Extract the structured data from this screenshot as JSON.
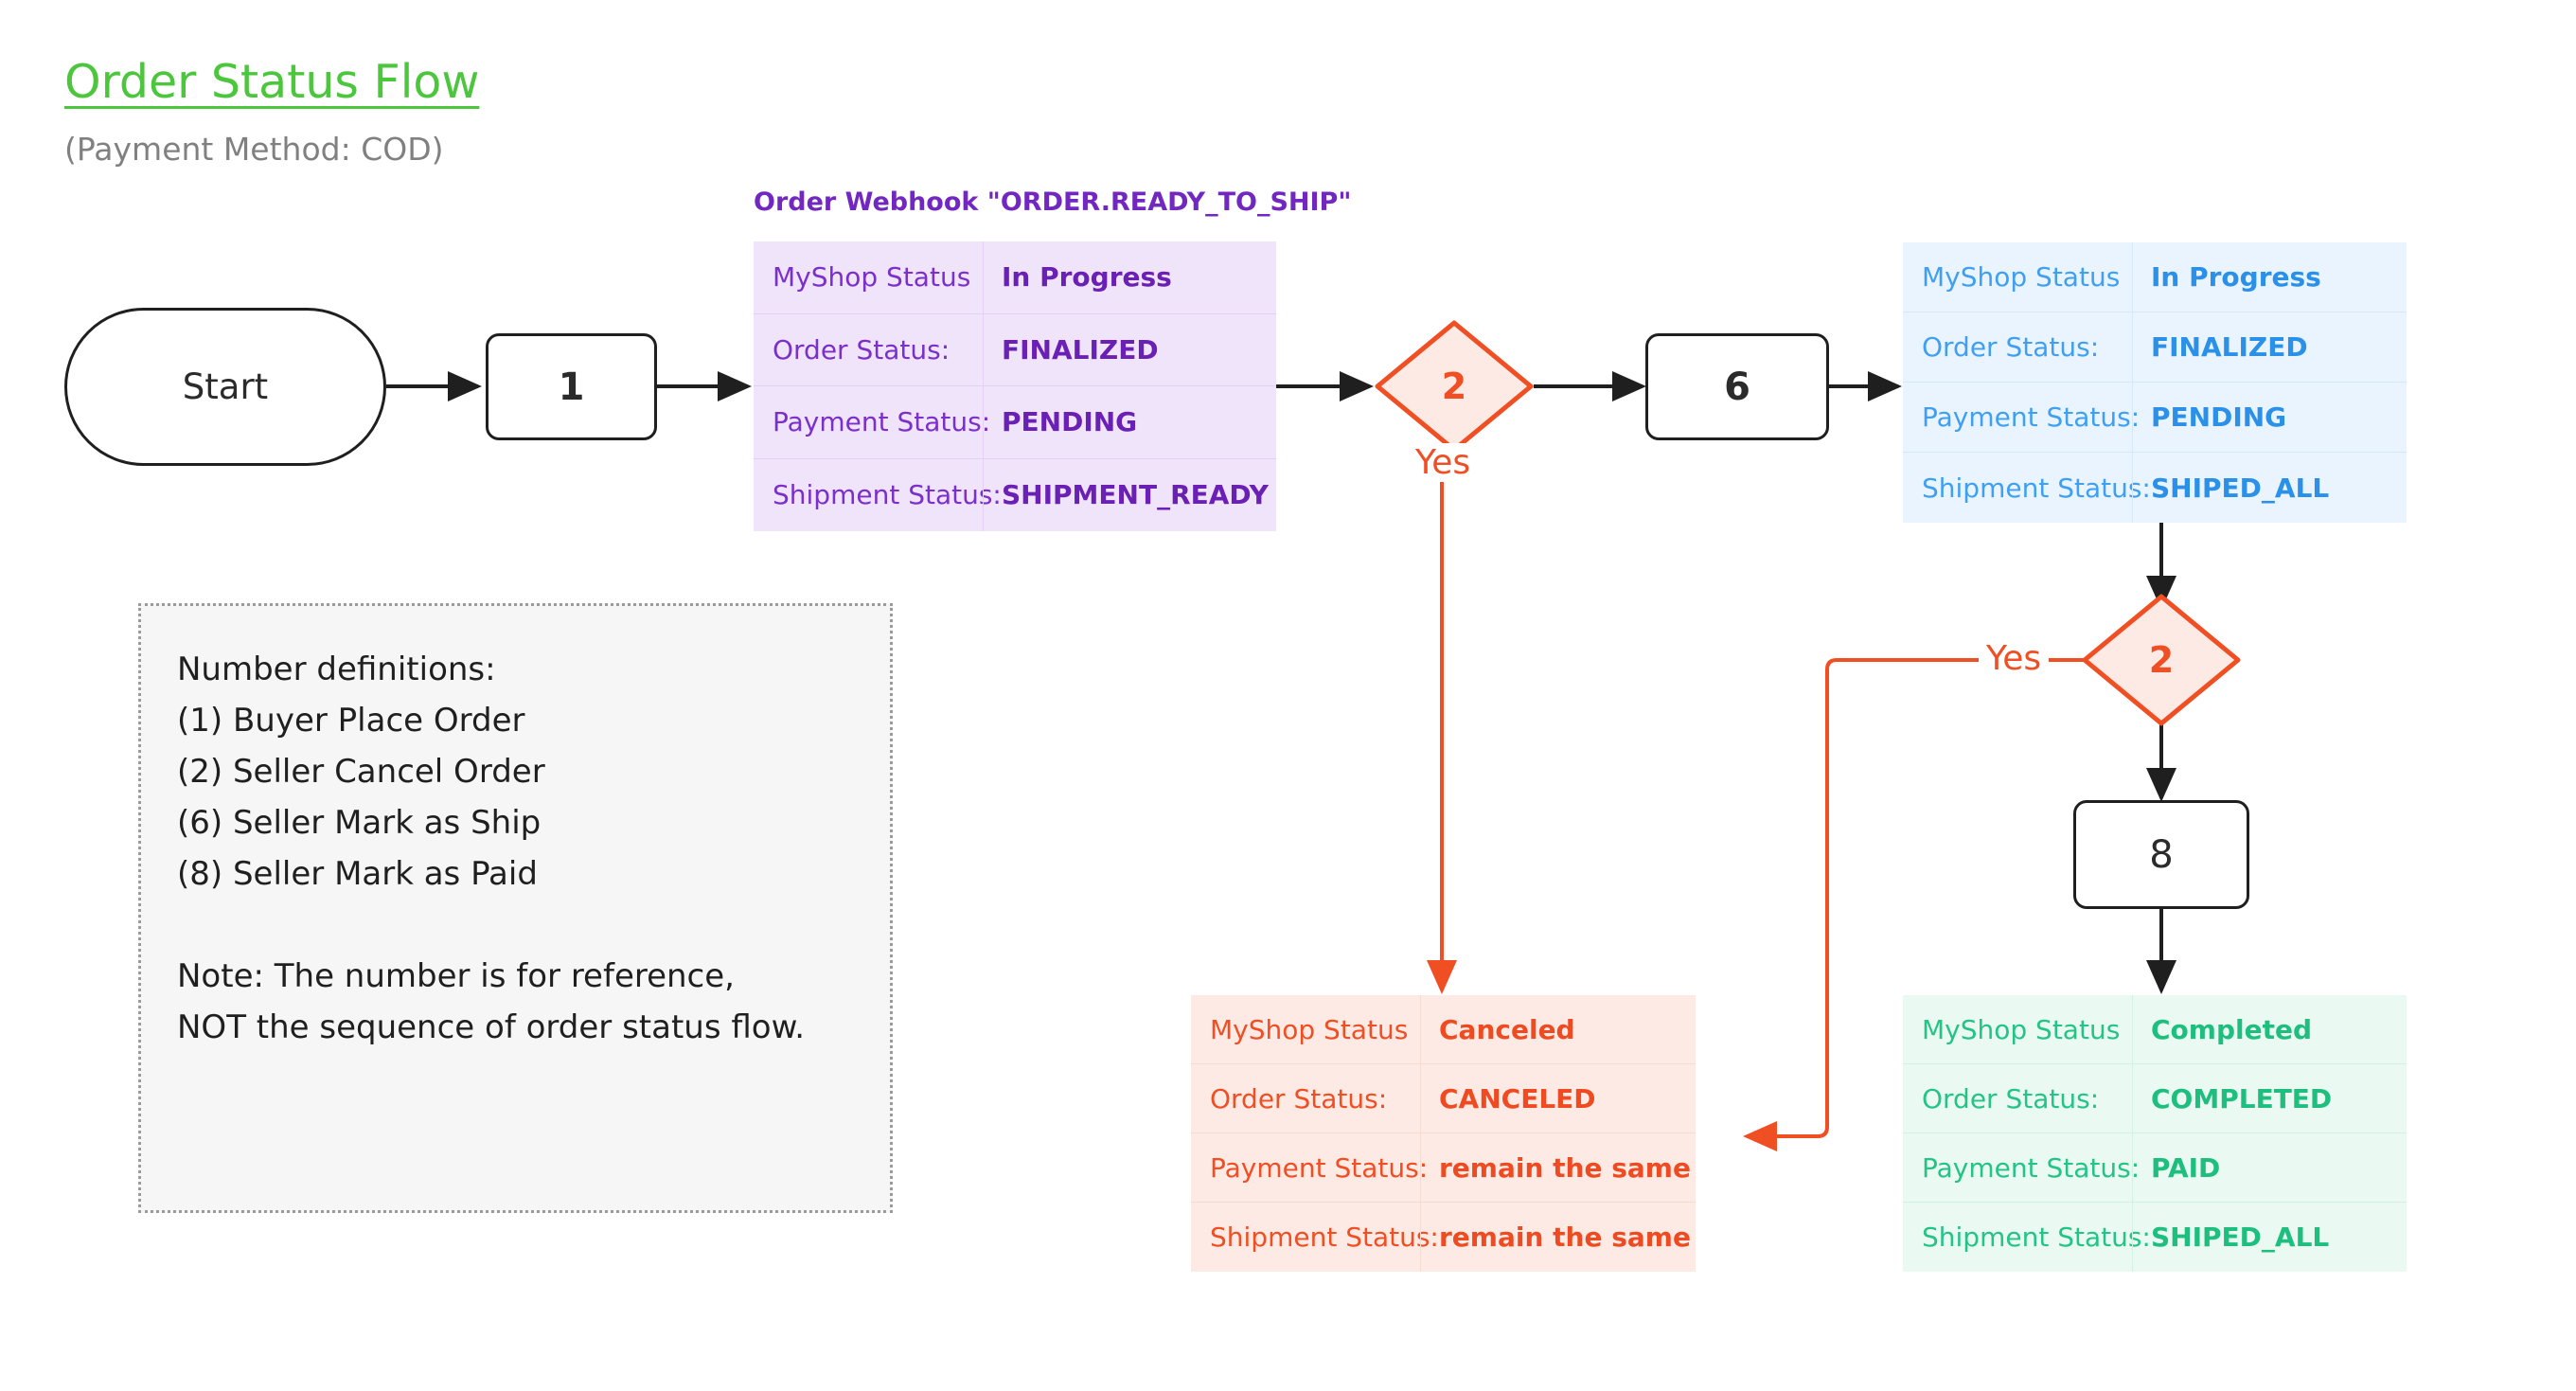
{
  "title": "Order Status Flow",
  "subtitle": "(Payment Method: COD)",
  "colors": {
    "title_green": "#4CC63C",
    "subtitle_gray": "#808080",
    "purple": "#7228C0",
    "purple_fill": "#F0E4FA",
    "blue": "#3FA0F2",
    "blue_fill": "#E9F4FE",
    "red": "#F04E23",
    "red_fill": "#FDEAE4",
    "green": "#23C486",
    "green_fill": "#EBF9F3",
    "node_stroke": "#1f1f1f"
  },
  "nodes": {
    "start": "Start",
    "step1": "1",
    "decision1": "2",
    "step6": "6",
    "decision2": "2",
    "step8": "8"
  },
  "edge_labels": {
    "yes_down": "Yes",
    "yes_left": "Yes"
  },
  "webhook_caption": "Order Webhook \"ORDER.READY_TO_SHIP\"",
  "tables": {
    "purple": {
      "rows": [
        {
          "key": "MyShop Status",
          "value": "In Progress"
        },
        {
          "key": "Order Status:",
          "value": "FINALIZED"
        },
        {
          "key": "Payment Status:",
          "value": "PENDING"
        },
        {
          "key": "Shipment Status:",
          "value": "SHIPMENT_READY"
        }
      ]
    },
    "blue": {
      "rows": [
        {
          "key": "MyShop Status",
          "value": "In Progress"
        },
        {
          "key": "Order Status:",
          "value": "FINALIZED"
        },
        {
          "key": "Payment Status:",
          "value": "PENDING"
        },
        {
          "key": "Shipment Status:",
          "value": "SHIPED_ALL"
        }
      ]
    },
    "red": {
      "rows": [
        {
          "key": "MyShop Status",
          "value": "Canceled"
        },
        {
          "key": "Order Status:",
          "value": "CANCELED"
        },
        {
          "key": "Payment Status:",
          "value": "remain the same"
        },
        {
          "key": "Shipment Status:",
          "value": "remain the same"
        }
      ]
    },
    "green": {
      "rows": [
        {
          "key": "MyShop Status",
          "value": "Completed"
        },
        {
          "key": "Order Status:",
          "value": "COMPLETED"
        },
        {
          "key": "Payment Status:",
          "value": "PAID"
        },
        {
          "key": "Shipment Status:",
          "value": "SHIPED_ALL"
        }
      ]
    }
  },
  "notes": {
    "heading": "Number definitions:",
    "items": [
      "(1) Buyer Place Order",
      "(2) Seller Cancel Order",
      "(6) Seller Mark as Ship",
      "(8) Seller Mark as Paid"
    ],
    "note": "Note: The number is for reference,\nNOT the sequence of order status flow.",
    "full_text": "Number definitions:\n(1) Buyer Place Order\n(2) Seller Cancel Order\n(6) Seller Mark as Ship\n(8) Seller Mark as Paid\n\nNote: The number is for reference,\nNOT the sequence of order status flow."
  }
}
